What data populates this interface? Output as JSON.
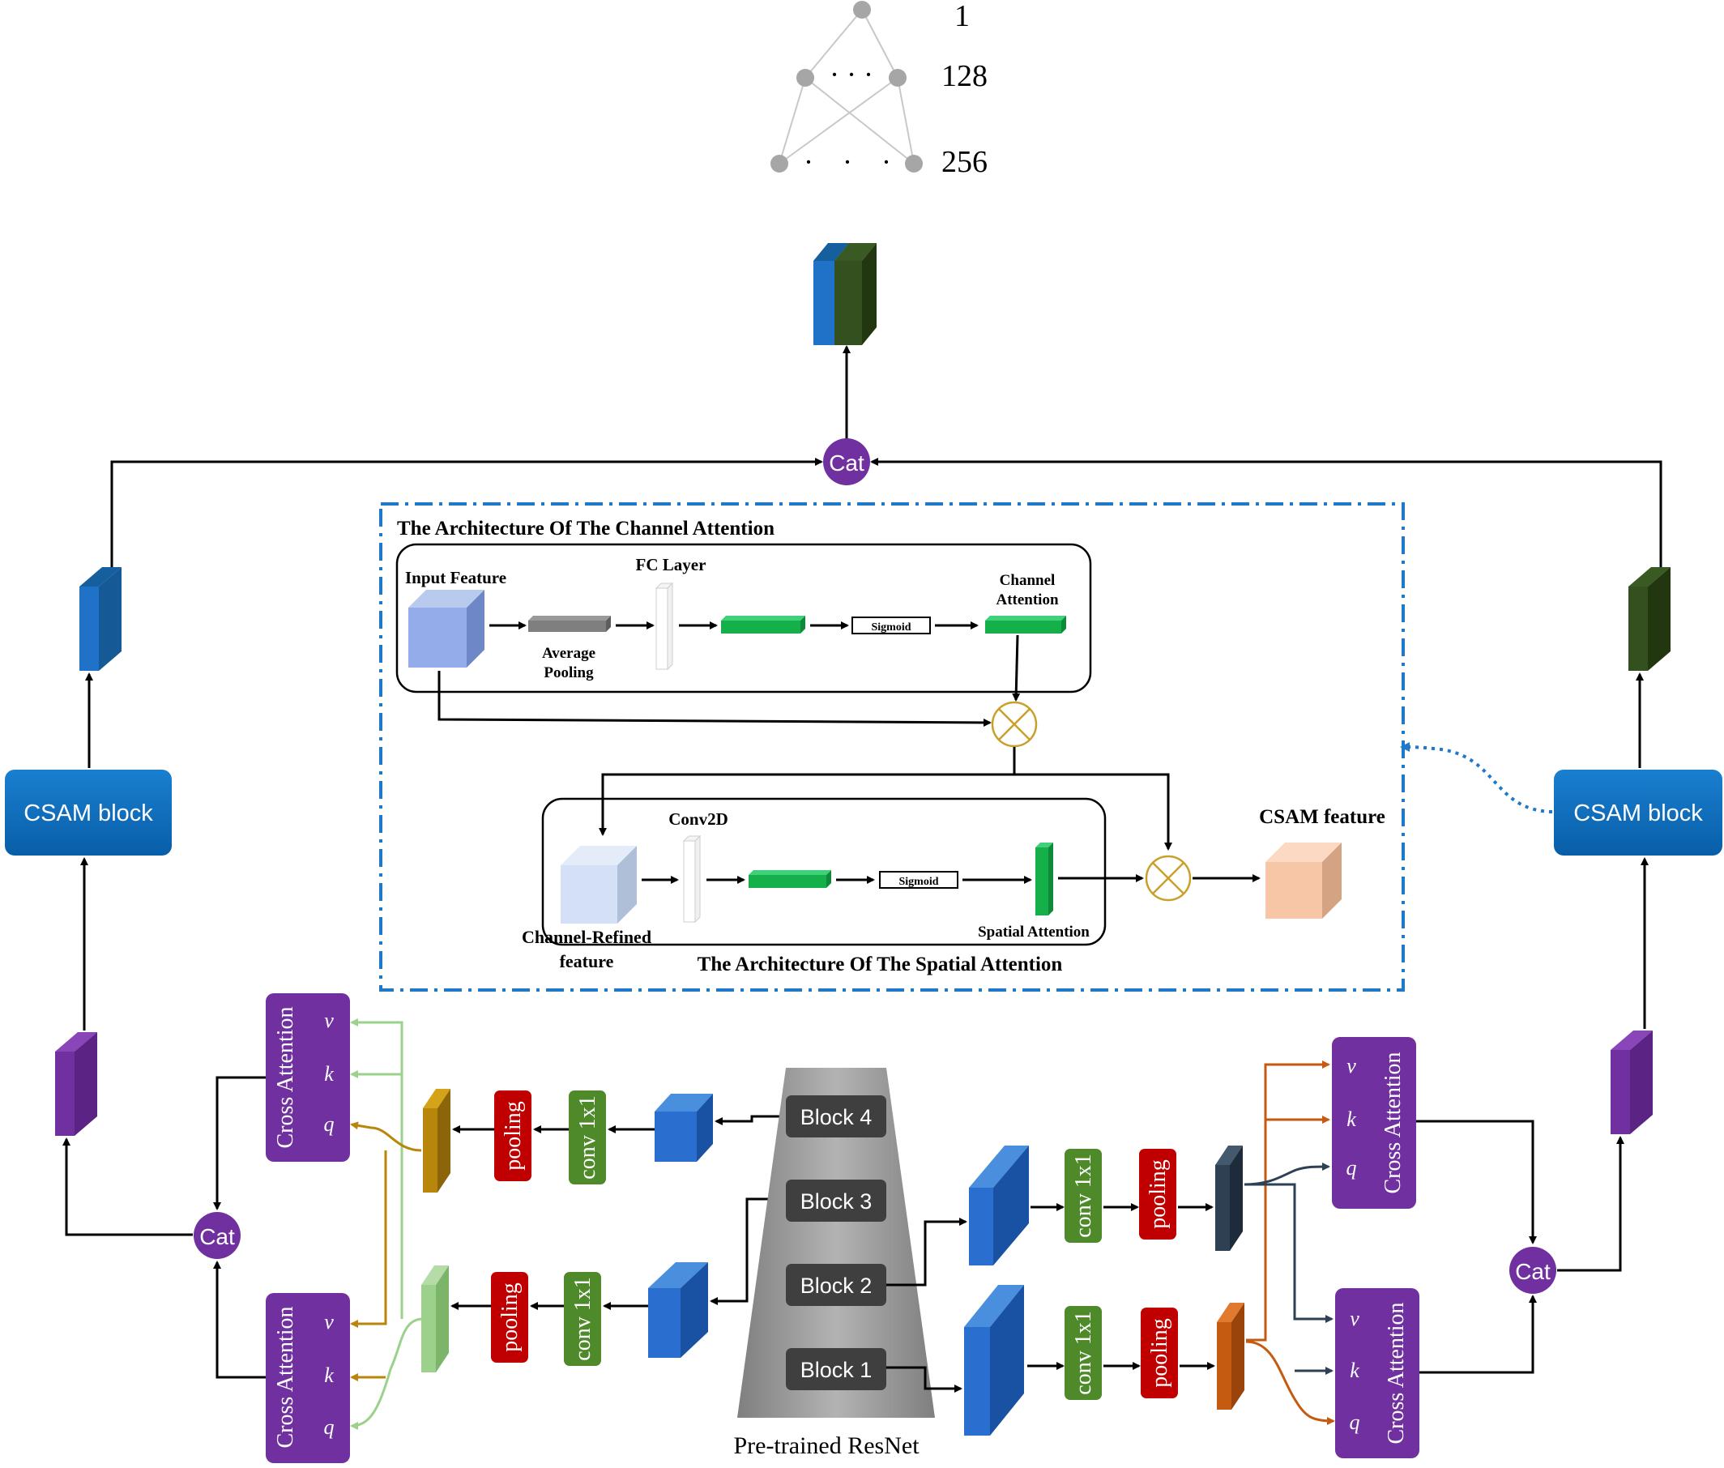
{
  "fc_head": {
    "layer_1": "1",
    "layer_2": "128",
    "layer_3": "256",
    "dots_2": "· · ·",
    "dots_3": "·    ·    ·"
  },
  "cat_label": "Cat",
  "csam_block_label": "CSAM block",
  "channel_attention": {
    "title": "The Architecture Of The Channel Attention",
    "input_feature": "Input Feature",
    "average_pooling_1": "Average",
    "average_pooling_2": "Pooling",
    "fc_layer": "FC Layer",
    "sigmoid": "Sigmoid",
    "channel_attention_1": "Channel",
    "channel_attention_2": "Attention"
  },
  "spatial_attention": {
    "title": "The Architecture Of The Spatial Attention",
    "conv2d": "Conv2D",
    "sigmoid": "Sigmoid",
    "spatial_attention": "Spatial Attention",
    "channel_refined_1": "Channel-Refined",
    "channel_refined_2": "feature",
    "csam_feature": "CSAM feature"
  },
  "cross_attention": {
    "label": "Cross Attention",
    "v": "v",
    "k": "k",
    "q": "q"
  },
  "ops": {
    "pooling": "pooling",
    "conv": "conv 1x1"
  },
  "resnet": {
    "label": "Pre-trained ResNet",
    "block_4": "Block 4",
    "block_3": "Block 3",
    "block_2": "Block 2",
    "block_1": "Block 1"
  },
  "colors": {
    "blue_feature": "#1f72c8",
    "green_feature": "#34501f",
    "purple": "#7030a0",
    "csam_block": "#0a6ebd",
    "pooling_red": "#c00000",
    "conv_green": "#4e8a2a",
    "resnet_gray": "#a6a6a6",
    "block_dark": "#3f3f3f",
    "gold": "#b8860b",
    "light_green": "#9bd18a",
    "orange": "#c55a11",
    "navy": "#2e4054",
    "dashed_blue": "#1f78c8"
  }
}
